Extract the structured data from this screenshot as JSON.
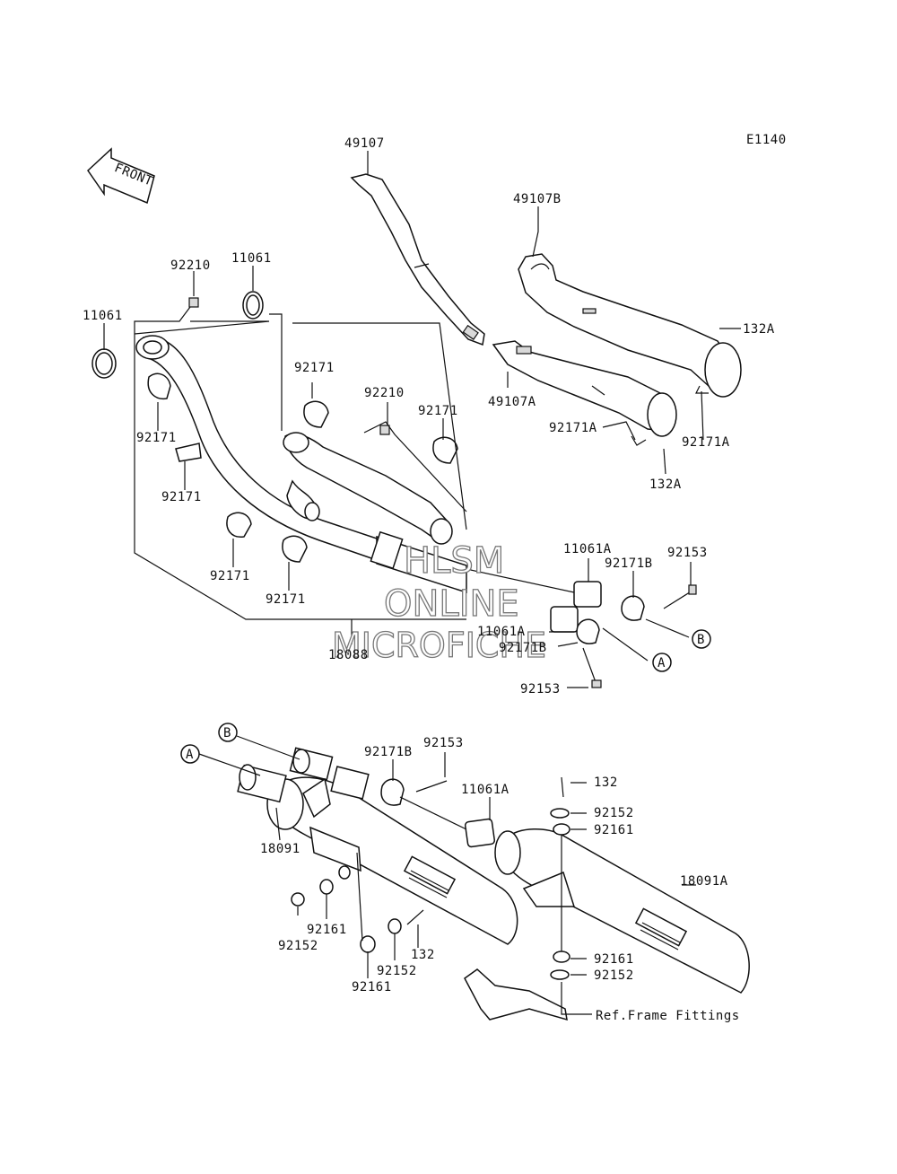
{
  "diagram": {
    "ref_code": "E1140",
    "front_label": "FRONT",
    "watermark": {
      "line1": "HLSM",
      "line2": "ONLINE",
      "line3": "MICROFICHE"
    },
    "ref_circles": {
      "a": "A",
      "b": "B"
    },
    "labels": {
      "p49107": "49107",
      "p49107b": "49107B",
      "p132a_1": "132A",
      "p49107a": "49107A",
      "p92171a_1": "92171A",
      "p92171a_2": "92171A",
      "p132a_2": "132A",
      "p92210_1": "92210",
      "p11061_1": "11061",
      "p11061_2": "11061",
      "p92171_1": "92171",
      "p92210_2": "92210",
      "p92171_2": "92171",
      "p92171_3": "92171",
      "p92171_4": "92171",
      "p92171_5": "92171",
      "p92171_6": "92171",
      "p11061a_1": "11061A",
      "p92171b_1": "92171B",
      "p92153_1": "92153",
      "p11061a_2": "11061A",
      "p92171b_2": "92171B",
      "p92153_2": "92153",
      "p18088": "18088",
      "p92171b_3": "92171B",
      "p92153_3": "92153",
      "p11061a_3": "11061A",
      "p132_1": "132",
      "p92152_1": "92152",
      "p92161_1": "92161",
      "p18091": "18091",
      "p18091a": "18091A",
      "p92161_2": "92161",
      "p92152_2": "92152",
      "p132_2": "132",
      "p92152_3": "92152",
      "p92161_3": "92161",
      "p92161_4": "92161",
      "p92152_4": "92152",
      "ref_frame": "Ref.Frame Fittings"
    }
  }
}
